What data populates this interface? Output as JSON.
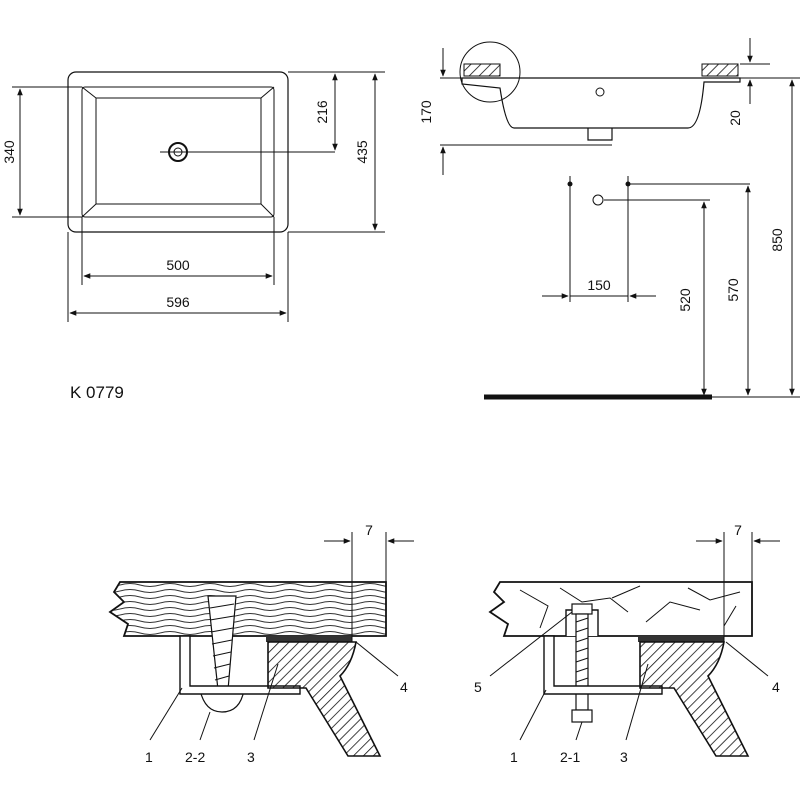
{
  "model_code": "K 0779",
  "top_view": {
    "dims": {
      "depth_inner": "340",
      "drain_offset": "216",
      "depth_outer": "435",
      "width_inner": "500",
      "width_outer": "596"
    }
  },
  "side_view": {
    "dims": {
      "height": "170",
      "rim": "20",
      "tap_offset": "150",
      "h520": "520",
      "h570": "570",
      "h850": "850"
    }
  },
  "detail_wood": {
    "gap": "7",
    "callouts": [
      "1",
      "2-2",
      "3",
      "4"
    ]
  },
  "detail_stone": {
    "gap": "7",
    "callouts": [
      "5",
      "1",
      "2-1",
      "3",
      "4"
    ]
  }
}
